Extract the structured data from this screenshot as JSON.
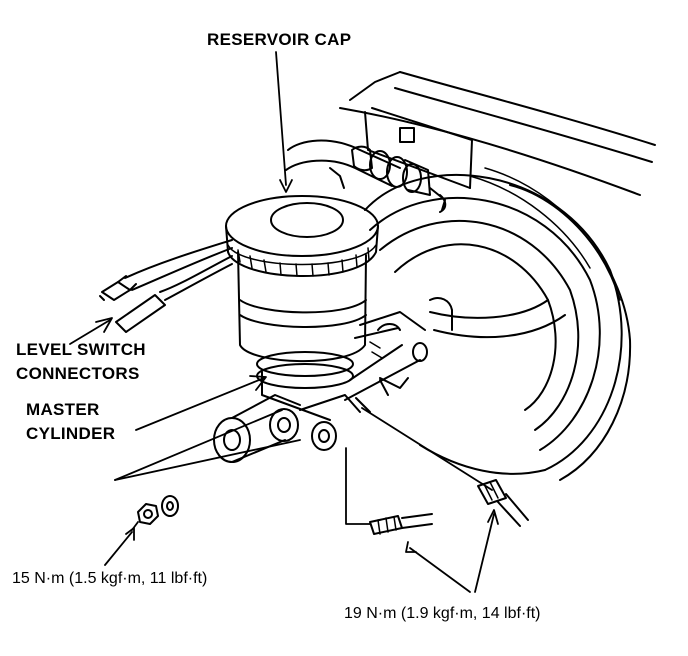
{
  "labels": {
    "reservoir_cap": "RESERVOIR CAP",
    "level_switch_line1": "LEVEL SWITCH",
    "level_switch_line2": "CONNECTORS",
    "master_cylinder_line1": "MASTER",
    "master_cylinder_line2": "CYLINDER"
  },
  "torque_specs": {
    "nut_torque": "15 N·m (1.5 kgf·m, 11 lbf·ft)",
    "brake_line_torque": "19 N·m (1.9 kgf·m, 14 lbf·ft)"
  },
  "colors": {
    "ink": "#000000",
    "paper": "#ffffff"
  }
}
